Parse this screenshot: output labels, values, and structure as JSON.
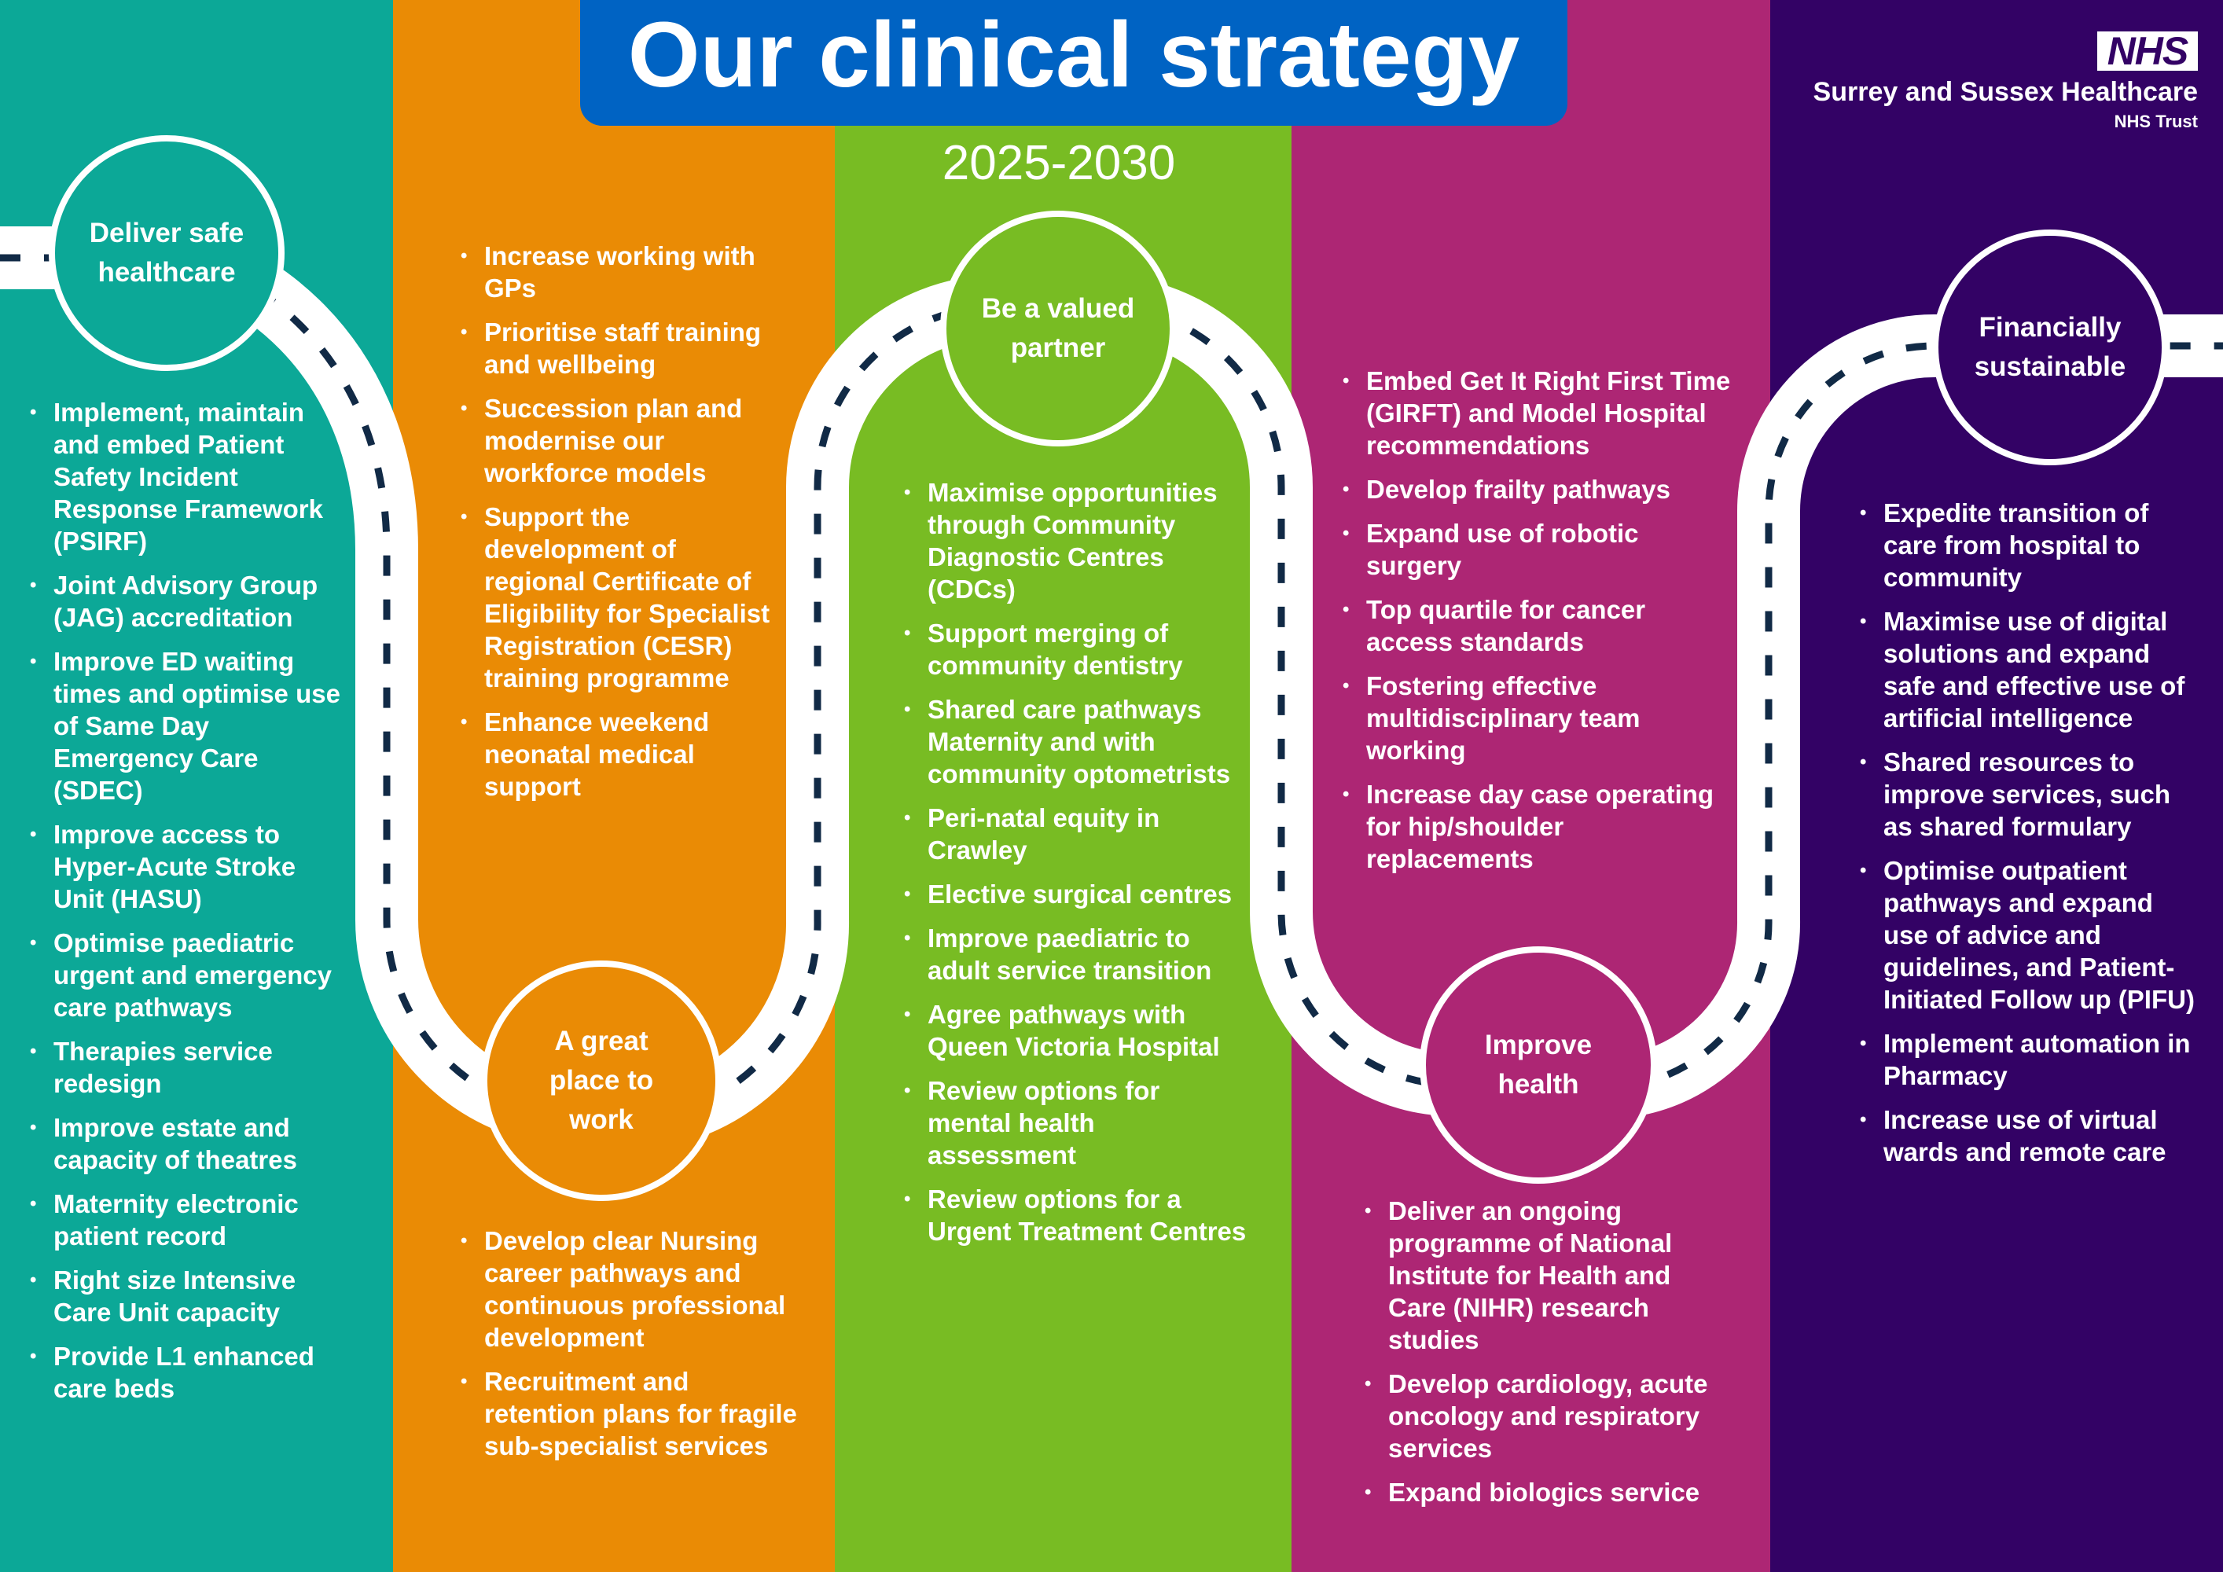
{
  "title": "Our clinical strategy",
  "years": "2025-2030",
  "org": {
    "logo": "NHS",
    "name": "Surrey and Sussex Healthcare",
    "sub": "NHS Trust"
  },
  "colors": {
    "teal": "#0ca897",
    "orange": "#ea8b05",
    "green": "#78bc23",
    "magenta": "#ad2674",
    "purple": "#330265",
    "title_blue": "#0063c3"
  },
  "nodes": {
    "n1": [
      "Deliver safe",
      "healthcare"
    ],
    "n2": [
      "A great",
      "place to",
      "work"
    ],
    "n3": [
      "Be a valued",
      "partner"
    ],
    "n4": [
      "Improve",
      "health"
    ],
    "n5": [
      "Financially",
      "sustainable"
    ]
  },
  "lists": {
    "c1": [
      "Implement, maintain and embed Patient Safety Incident Response Framework (PSIRF)",
      "Joint Advisory Group (JAG) accreditation",
      "Improve ED waiting times and optimise use of Same Day Emergency Care (SDEC)",
      "Improve access to Hyper-Acute Stroke Unit (HASU)",
      "Optimise paediatric urgent and emergency care pathways",
      "Therapies service redesign",
      "Improve estate and capacity of theatres",
      "Maternity electronic patient record",
      "Right size Intensive Care Unit capacity",
      "Provide L1 enhanced care beds"
    ],
    "c2a": [
      "Increase working with GPs",
      "Prioritise staff training and wellbeing",
      "Succession plan and modernise our workforce models",
      "Support the development of regional Certificate of Eligibility for Specialist Registration (CESR) training programme",
      "Enhance weekend neonatal medical support"
    ],
    "c2b": [
      "Develop clear Nursing career pathways and continuous professional development",
      "Recruitment and retention plans for fragile sub-specialist services"
    ],
    "c3": [
      "Maximise opportunities through Community Diagnostic Centres (CDCs)",
      "Support merging of community dentistry",
      "Shared care pathways Maternity and with community optometrists",
      "Peri-natal equity in Crawley",
      "Elective surgical centres",
      "Improve paediatric to adult service transition",
      "Agree pathways with Queen Victoria Hospital",
      "Review options for mental health assessment",
      "Review options for a Urgent Treatment Centres"
    ],
    "c4a": [
      "Embed Get It Right First Time (GIRFT) and Model Hospital recommendations",
      "Develop frailty pathways",
      "Expand use of robotic surgery",
      "Top quartile for cancer access standards",
      "Fostering effective multidisciplinary team working",
      "Increase day case operating for hip/shoulder replacements"
    ],
    "c4b": [
      "Deliver an ongoing programme of National Institute for Health and Care (NIHR) research studies",
      "Develop cardiology, acute oncology and respiratory services",
      "Expand biologics service"
    ],
    "c5": [
      "Expedite transition of care from hospital to community",
      "Maximise use of digital solutions and expand safe and effective use of artificial intelligence",
      "Shared resources to improve services, such as shared formulary",
      "Optimise outpatient pathways and expand use of advice and guidelines, and Patient-Initiated Follow up (PIFU)",
      "Implement automation in Pharmacy",
      "Increase use of virtual wards and remote care"
    ]
  }
}
